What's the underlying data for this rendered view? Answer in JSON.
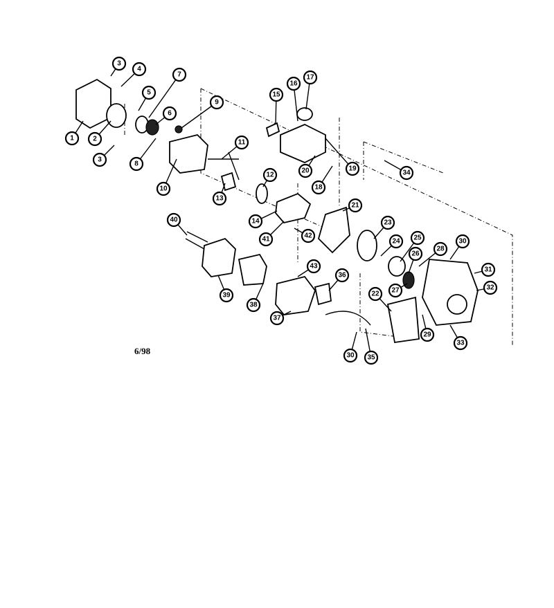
{
  "diagram": {
    "revision_date": "6/98",
    "callouts": [
      "3",
      "4",
      "7",
      "5",
      "1",
      "2",
      "3",
      "6",
      "8",
      "9",
      "11",
      "10",
      "13",
      "12",
      "15",
      "16",
      "17",
      "20",
      "19",
      "18",
      "34",
      "21",
      "23",
      "24",
      "25",
      "26",
      "28",
      "30",
      "31",
      "32",
      "27",
      "22",
      "29",
      "33",
      "35",
      "30",
      "36",
      "37",
      "38",
      "39",
      "40",
      "41",
      "42",
      "43",
      "14"
    ]
  }
}
